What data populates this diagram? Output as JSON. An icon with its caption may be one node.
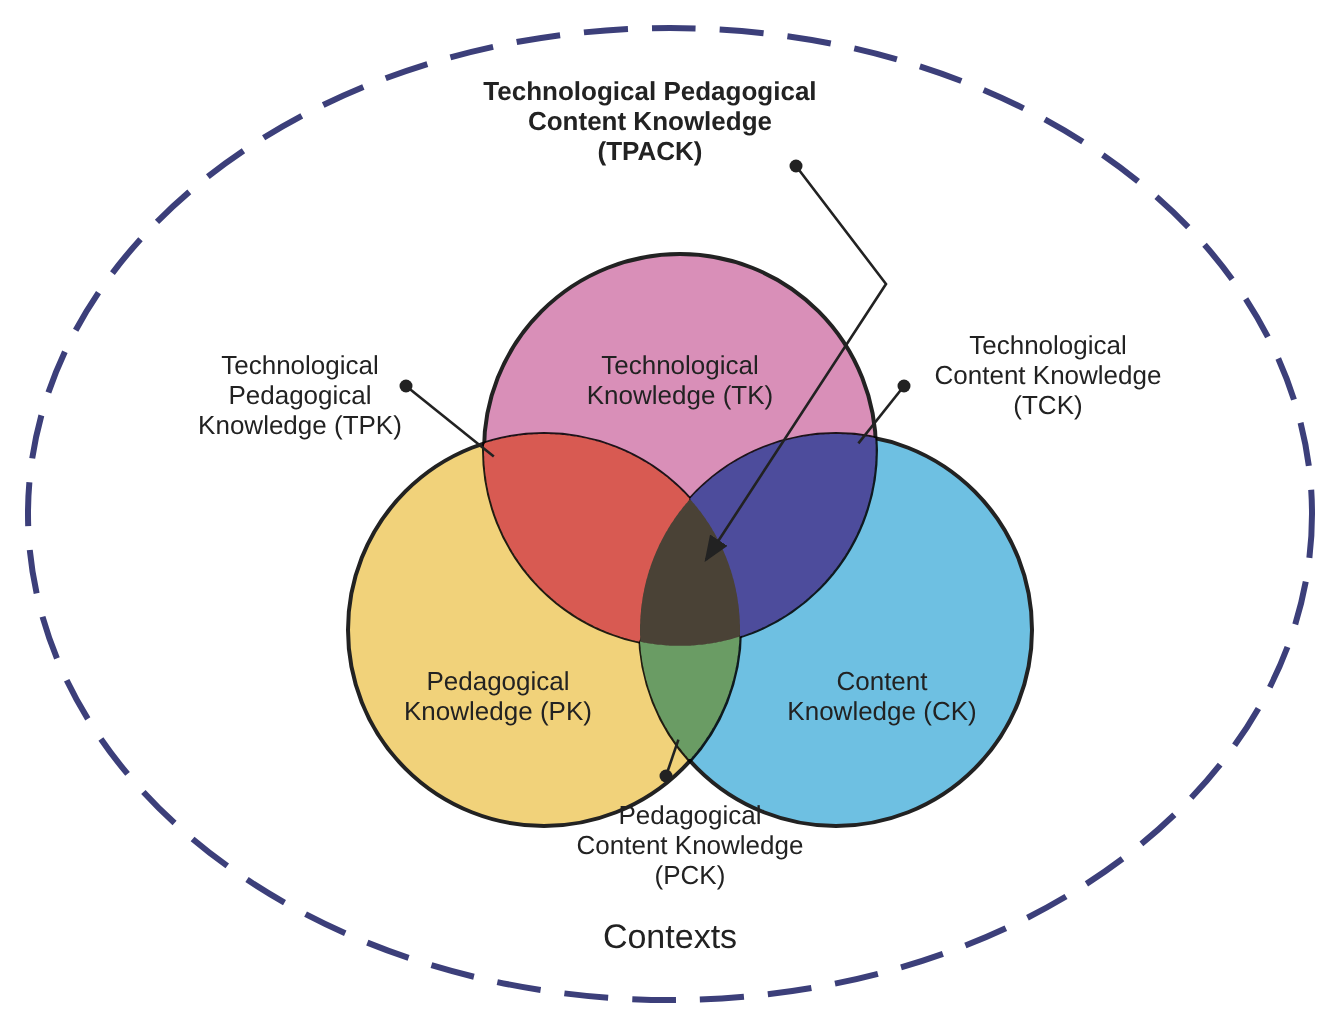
{
  "diagram": {
    "nodes": [
      {
        "text": [
          "Contexts"
        ]
      },
      {
        "text": [
          "Technological Knowledge (TK)"
        ],
        "in": 0
      },
      {
        "text": [
          "Pedagogical Knowledge (PK)"
        ],
        "in": 0
      },
      {
        "text": [
          "Content Knowledge (CK)"
        ],
        "in": 0
      },
      {
        "text": [
          "Technological Pedagogical Content Knowledge (TPACK)"
        ],
        "in": 0
      },
      {
        "text": [
          "Technological Pedagogical Knowledge (TPK)"
        ],
        "in": 0
      },
      {
        "text": [
          "Technological Content Knowledge (TCK)"
        ],
        "in": 0
      },
      {
        "text": [
          "Pedagogical Content Knowledge (PCK)"
        ],
        "in": 0
      },
      {
        "text": [],
        "shape": "region"
      },
      {
        "text": [],
        "shape": "region"
      },
      {
        "text": [],
        "shape": "region"
      },
      {
        "text": [],
        "shape": "region"
      }
    ],
    "edges": [
      {
        "from": 4,
        "to": 11,
        "arrow": "to"
      },
      {
        "from": 5,
        "to": 8,
        "arrow": "other"
      },
      {
        "from": 6,
        "to": 9,
        "arrow": "other"
      },
      {
        "from": 7,
        "to": 10,
        "arrow": "other"
      }
    ]
  }
}
